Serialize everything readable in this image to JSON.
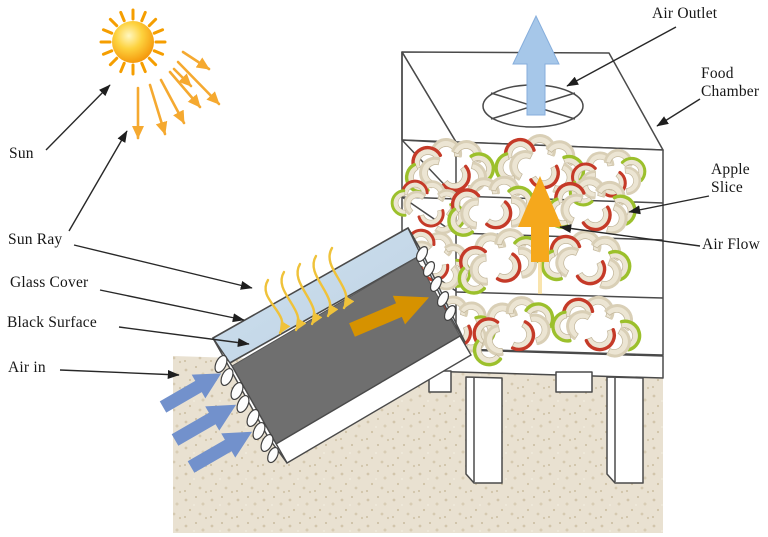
{
  "figure": {
    "type": "diagram",
    "subject": "Indirect solar dryer with solar collector and food chamber drying apple slices"
  },
  "labels": {
    "sun": "Sun",
    "sun_ray": "Sun Ray",
    "glass_cover": "Glass Cover",
    "black_surface": "Black Surface",
    "air_in": "Air in",
    "air_outlet": "Air Outlet",
    "food_chamber": "Food Chamber",
    "apple_slice": "Apple Slice",
    "air_flow": "Air Flow"
  },
  "icons": {
    "sun": "sun-icon",
    "fan_vent": "fan-vent-icon",
    "inlet_arrows": "air-in-arrow-icons",
    "outlet_arrow": "air-outlet-arrow-icon",
    "airflow_arrow": "air-flow-arrow-icon"
  },
  "colors": {
    "line": "#4a4a4a",
    "ray-yellow": "#f5a930",
    "curved-ray": "#efc23a",
    "inlet-arrow-blue": "#7291cc",
    "outlet-arrow-blue": "#a6c7e9",
    "airflow-orange": "#f5a81c",
    "collector-arrow-orange": "#d69200",
    "absorber-gray": "#6f6f6f",
    "glass-blue": "#c9dcea",
    "sand": "#e9e1d1",
    "sand-speckle": "#d2c5ab",
    "apple-flesh": "#ece5d3",
    "apple-red": "#c53a28",
    "apple-green": "#9cc02c",
    "sun-core": "#fff7c0",
    "sun-mid": "#fdd23e",
    "sun-edge": "#f49206"
  }
}
